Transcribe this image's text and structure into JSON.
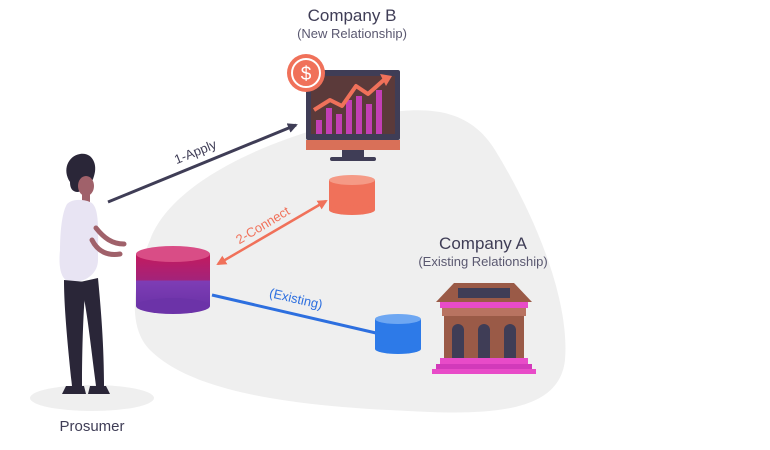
{
  "company_b": {
    "name": "Company B",
    "relationship": "(New Relationship)"
  },
  "company_a": {
    "name": "Company A",
    "relationship": "(Existing Relationship)"
  },
  "prosumer": {
    "name": "Prosumer"
  },
  "flows": {
    "apply": "1-Apply",
    "connect": "2-Connect",
    "existing": "(Existing)"
  },
  "icons": {
    "dollar_symbol": "$",
    "person": "woman-icon",
    "monitor": "monitor-chart-icon",
    "bank": "bank-building-icon"
  },
  "colors": {
    "background_blob": "#efefef",
    "apply_arrow": "#3f3d56",
    "connect_arrow": "#f0715a",
    "existing_line": "#2d6fdf",
    "company_b_db": "#f0715a",
    "company_a_db": "#2d7ae8",
    "prosumer_db_top": "#c41a5e",
    "prosumer_db_bottom": "#7b3db6",
    "bank": "#9a5a47",
    "bank_base": "#e040c8"
  }
}
